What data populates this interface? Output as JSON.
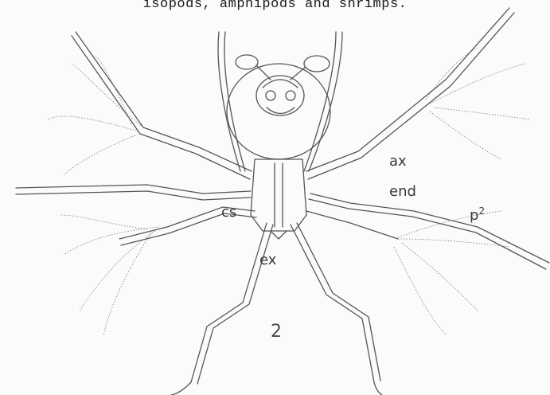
{
  "caption": "isopods, amphipods and shrimps.",
  "labels": {
    "ax": "ax",
    "end": "end",
    "p2_base": "p",
    "p2_sup": "2",
    "cs": "cs",
    "ex": "ex",
    "fig_number": "2"
  },
  "colors": {
    "ink": "#3a3a3a",
    "paper": "#fbfbf9"
  }
}
